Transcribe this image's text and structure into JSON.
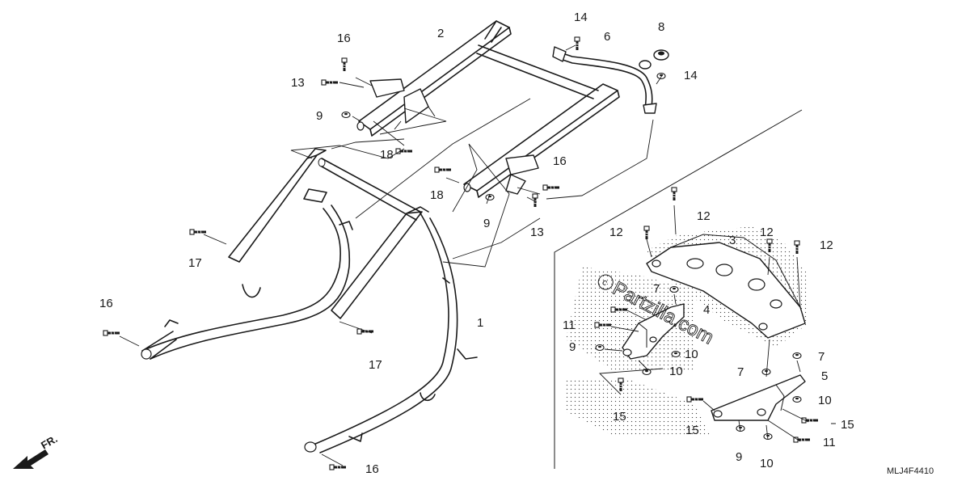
{
  "callouts": {
    "p1": "1",
    "p2": "2",
    "p3": "3",
    "p4": "4",
    "p5": "5",
    "p6": "6",
    "p7": "7",
    "p8": "8",
    "p9": "9",
    "p10": "10",
    "p11": "11",
    "p12": "12",
    "p13": "13",
    "p14": "14",
    "p15": "15",
    "p16": "16",
    "p17": "17",
    "p18": "18"
  },
  "front_arrow_label": "FR.",
  "watermark": "Partzilla.com",
  "diagram_code": "MLJ4F4410"
}
